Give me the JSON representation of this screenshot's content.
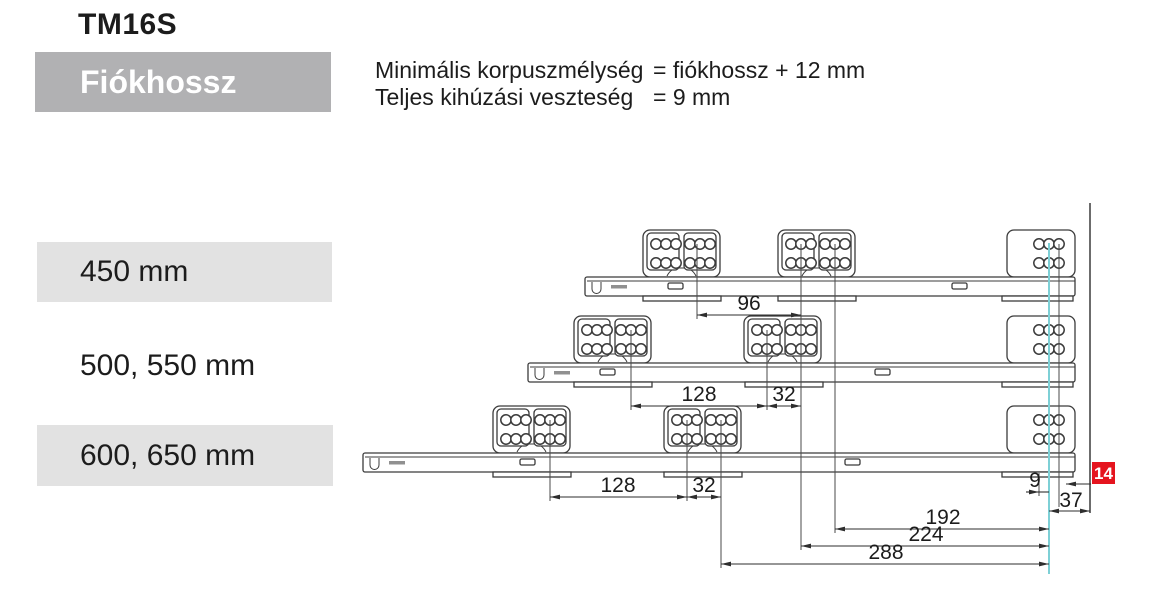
{
  "title": "TM16S",
  "header": {
    "label": "Fiókhossz"
  },
  "specs": [
    {
      "label": "Minimális korpuszmélység",
      "value": "= fiókhossz + 12 mm"
    },
    {
      "label": "Teljes kihúzási veszteség",
      "value": "= 9 mm"
    }
  ],
  "rows": [
    {
      "label": "450 mm"
    },
    {
      "label": "500, 550 mm"
    },
    {
      "label": "600, 650 mm"
    }
  ],
  "dims": {
    "row1_pitch": "96",
    "row2_back": "128",
    "row2_front": "32",
    "row3_back": "128",
    "row3_front": "32",
    "front_offset": "9",
    "front_total": "37",
    "depth_450": "192",
    "depth_500": "224",
    "depth_600": "288"
  },
  "callout": {
    "number": "14"
  },
  "colors": {
    "accent_red": "#e5141e",
    "reference_cyan": "#7ed0d6",
    "header_gray": "#b1b1b3",
    "row_gray": "#e2e2e2"
  }
}
